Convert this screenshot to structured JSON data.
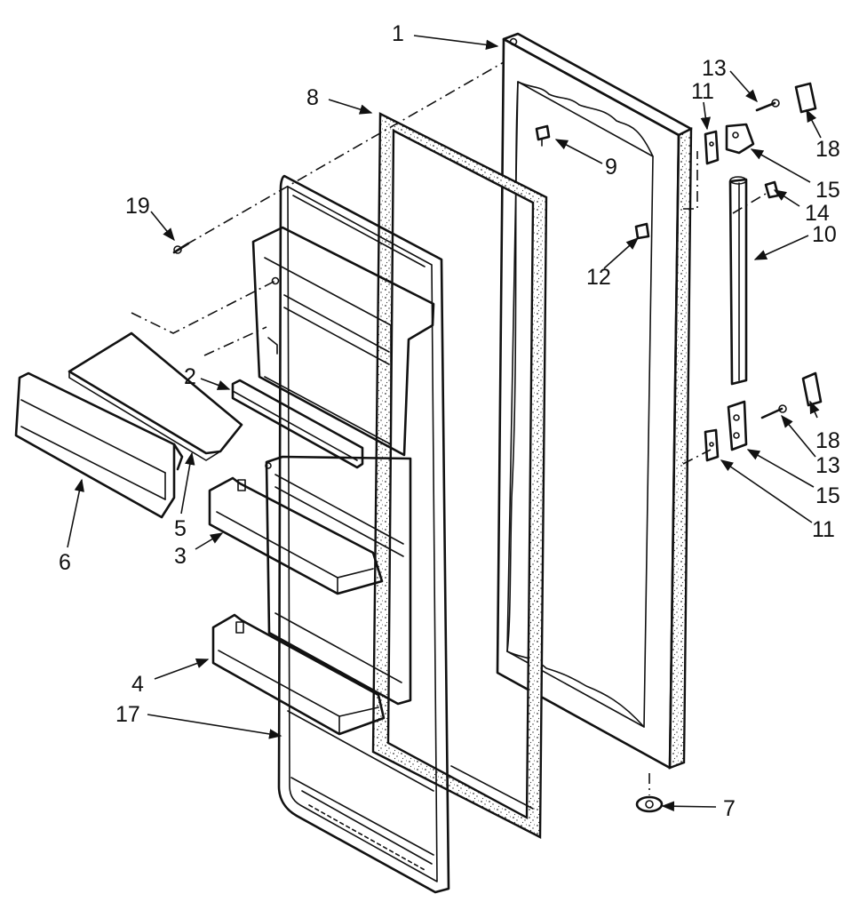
{
  "callouts": [
    {
      "id": "1",
      "text": "1"
    },
    {
      "id": "8",
      "text": "8"
    },
    {
      "id": "9",
      "text": "9"
    },
    {
      "id": "12",
      "text": "12"
    },
    {
      "id": "19",
      "text": "19"
    },
    {
      "id": "2",
      "text": "2"
    },
    {
      "id": "5",
      "text": "5"
    },
    {
      "id": "6",
      "text": "6"
    },
    {
      "id": "3",
      "text": "3"
    },
    {
      "id": "4",
      "text": "4"
    },
    {
      "id": "17",
      "text": "17"
    },
    {
      "id": "7",
      "text": "7"
    },
    {
      "id": "13a",
      "text": "13"
    },
    {
      "id": "11a",
      "text": "11"
    },
    {
      "id": "18a",
      "text": "18"
    },
    {
      "id": "15a",
      "text": "15"
    },
    {
      "id": "14",
      "text": "14"
    },
    {
      "id": "10",
      "text": "10"
    },
    {
      "id": "18b",
      "text": "18"
    },
    {
      "id": "13b",
      "text": "13"
    },
    {
      "id": "15b",
      "text": "15"
    },
    {
      "id": "11b",
      "text": "11"
    }
  ]
}
